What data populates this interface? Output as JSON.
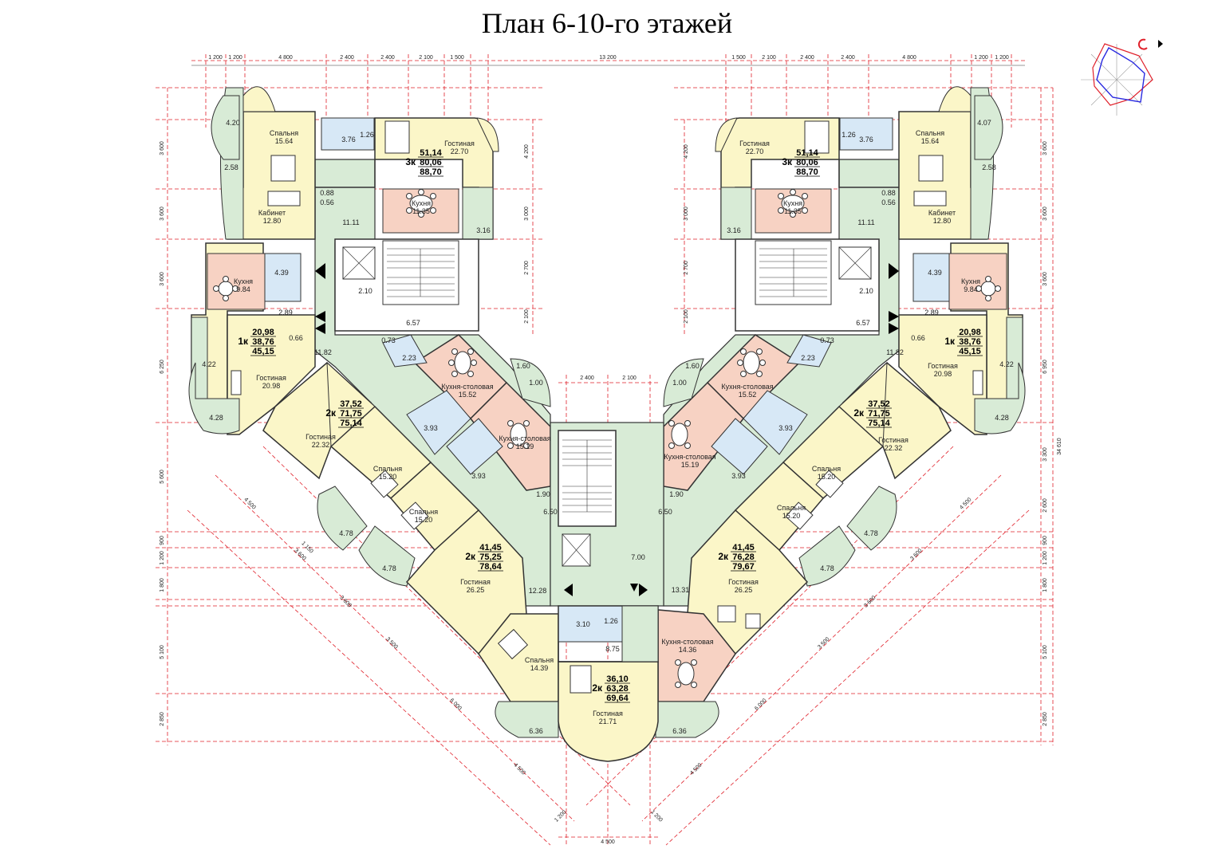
{
  "title": "План 6-10-го этажей",
  "colors": {
    "living": "#fbf6c8",
    "kitchen": "#f7d2c3",
    "bath": "#d7e8f6",
    "hall": "#d8ebd6",
    "wall": "#333333",
    "dim": "#e0202a"
  },
  "icons": {
    "compass": "wind-rose-icon",
    "arrow": "triangle-arrow-icon"
  },
  "dims_top_left": [
    "1 200",
    "1 200",
    "4 800",
    "2 400",
    "2 400",
    "2 100",
    "1 500"
  ],
  "dims_top_center": "13 200",
  "dims_top_right": [
    "1 500",
    "2 100",
    "2 400",
    "2 400",
    "4 800",
    "1 200",
    "1 200"
  ],
  "dims_mid": [
    "2 400",
    "2 100"
  ],
  "dims_bottom": [
    "1 200",
    "4 500",
    "1 200"
  ],
  "dims_left": [
    "3 600",
    "3 600",
    "3 600",
    "6 250",
    "5 600",
    "900",
    "1 200",
    "1 800",
    "5 100",
    "2 850"
  ],
  "dims_right": [
    "3 600",
    "3 600",
    "3 600",
    "6 950",
    "3 300",
    "2 600",
    "900",
    "1 200",
    "1 800",
    "5 100",
    "2 850"
  ],
  "dims_far_right": "34 610",
  "dims_inner_left": [
    "4 200",
    "3 000",
    "2 700",
    "2 100"
  ],
  "dims_diag_left": [
    "4 500",
    "3 600",
    "1 150",
    "3 600",
    "3 500",
    "6 000",
    "4 500"
  ],
  "dims_diag_right": [
    "4 500",
    "3 600",
    "3 600",
    "3 500",
    "6 000",
    "4 500"
  ],
  "apartments": [
    {
      "id": "tl-3k",
      "rooms": "3к",
      "living": "51,14",
      "total": "80,06",
      "full": "88,70"
    },
    {
      "id": "tr-3k",
      "rooms": "3к",
      "living": "51,14",
      "total": "80,06",
      "full": "88,70"
    },
    {
      "id": "l-1k",
      "rooms": "1к",
      "living": "20,98",
      "total": "38,76",
      "full": "45,15"
    },
    {
      "id": "r-1k",
      "rooms": "1к",
      "living": "20,98",
      "total": "38,76",
      "full": "45,15"
    },
    {
      "id": "l-2k-a",
      "rooms": "2к",
      "living": "37,52",
      "total": "71,75",
      "full": "75,14"
    },
    {
      "id": "r-2k-a",
      "rooms": "2к",
      "living": "37,52",
      "total": "71,75",
      "full": "75,14"
    },
    {
      "id": "l-2k-b",
      "rooms": "2к",
      "living": "41,45",
      "total": "75,25",
      "full": "78,64"
    },
    {
      "id": "r-2k-b",
      "rooms": "2к",
      "living": "41,45",
      "total": "76,28",
      "full": "79,67"
    },
    {
      "id": "b-2k",
      "rooms": "2к",
      "living": "36,10",
      "total": "63,28",
      "full": "69,64"
    }
  ],
  "room_labels": [
    {
      "name": "Спальня",
      "area": "15.64"
    },
    {
      "name": "Гостиная",
      "area": "22.70"
    },
    {
      "name": "Кабинет",
      "area": "12.80"
    },
    {
      "name": "Кухня",
      "area": "11.35"
    },
    {
      "name": "Кухня",
      "area": "9.84"
    },
    {
      "name": "Гостиная",
      "area": "20.98"
    },
    {
      "name": "Гостиная",
      "area": "22.32"
    },
    {
      "name": "Кухня-столовая",
      "area": "15.52"
    },
    {
      "name": "Кухня-столовая",
      "area": "15.19"
    },
    {
      "name": "Спальня",
      "area": "15.20"
    },
    {
      "name": "Гостиная",
      "area": "26.25"
    },
    {
      "name": "Спальня",
      "area": "14.39"
    },
    {
      "name": "Гостиная",
      "area": "21.71"
    },
    {
      "name": "Кухня-столовая",
      "area": "14.36"
    }
  ],
  "small_areas_left": [
    "4.20",
    "2.58",
    "3.76",
    "1.26",
    "0.88",
    "0.56",
    "11.11",
    "3.16",
    "4.39",
    "2.89",
    "0.66",
    "4.22",
    "11.82",
    "4.28",
    "2.10",
    "6.57",
    "0.73",
    "2.23",
    "1.60",
    "1.00",
    "3.93",
    "3.93",
    "1.90",
    "6.50",
    "4.78",
    "4.78",
    "12.28",
    "3.10",
    "1.26",
    "8.75",
    "7.00",
    "6.36",
    "6.36",
    "13.31"
  ],
  "small_areas_right": [
    "4.07",
    "2.58",
    "3.76",
    "1.26",
    "0.88",
    "0.56",
    "11.11",
    "3.16",
    "4.39",
    "2.89",
    "0.66",
    "4.22",
    "11.82",
    "4.28",
    "2.10",
    "6.57",
    "0.73",
    "2.23",
    "1.60",
    "1.00",
    "3.93",
    "3.93",
    "1.90",
    "6.50",
    "4.78",
    "4.78"
  ]
}
